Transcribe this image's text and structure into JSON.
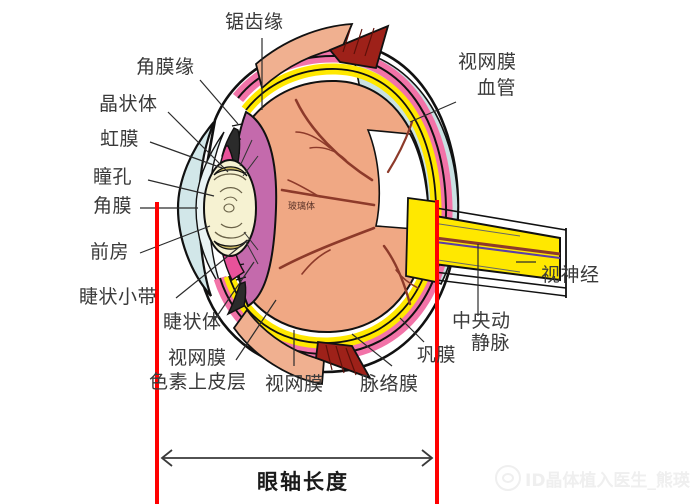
{
  "figure": {
    "kind": "anatomical-diagram",
    "subject": "human-eye-cross-section",
    "background": "#ffffff"
  },
  "labels": {
    "ora_serrata": "锯齿缘",
    "limbus": "角膜缘",
    "lens": "晶状体",
    "iris": "虹膜",
    "pupil": "瞳孔",
    "cornea": "角膜",
    "anterior_chamber": "前房",
    "zonules": "睫状小带",
    "ciliary_body": "睫状体",
    "rpe_line1": "视网膜",
    "rpe_line2": "色素上皮层",
    "retina": "视网膜",
    "choroid": "脉络膜",
    "sclera": "巩膜",
    "retinal_vessel_line1": "视网膜",
    "retinal_vessel_line2": "血管",
    "optic_nerve": "视神经",
    "central_vessels_line1": "中央动",
    "central_vessels_line2": "静脉",
    "vitreous": "玻璃体",
    "axial_length": "眼轴长度"
  },
  "colors": {
    "measure_line": "#ff0000",
    "arrow": "#3a3a3a",
    "label_text": "#3a3a3a",
    "sclera_white": "#ffffff",
    "cornea_blue": "#c9e1e3",
    "iris_magenta": "#e8529a",
    "ciliary_purple": "#c46aac",
    "lens_cream": "#f5f0cf",
    "vitreous_salmon": "#f0a884",
    "choroid_yellow": "#ffe800",
    "choroid_pink": "#f273a8",
    "muscle_darkred": "#9e2119",
    "muscle_tan": "#f0b090",
    "vessel_brown": "#8d3a2a",
    "optic_nerve_yellow": "#ffe800",
    "outline": "#111111"
  },
  "watermark": {
    "text": "ID晶体植入医生_熊瑛",
    "logo": "weibo-icon"
  }
}
